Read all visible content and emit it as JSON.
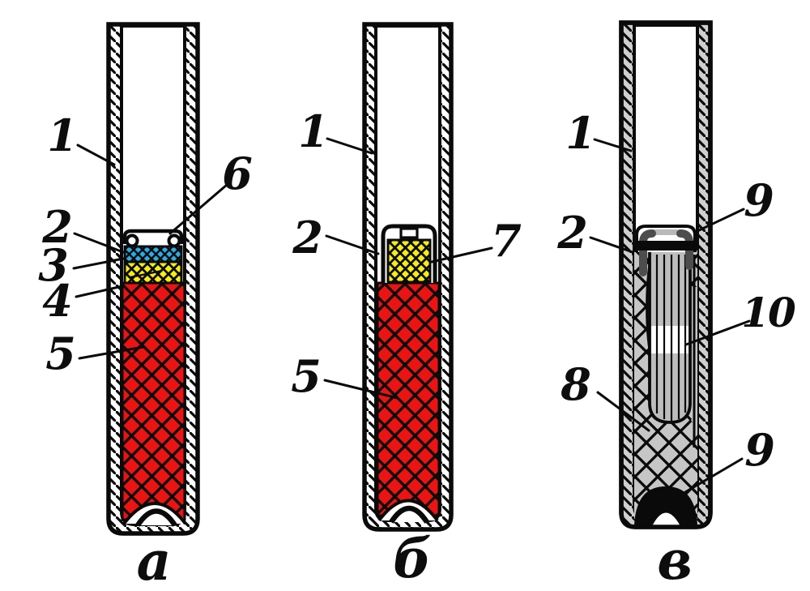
{
  "colors": {
    "red": "#ec1313",
    "yellow": "#f5ee0f",
    "blue": "#29ade3",
    "wall_gray": "#cfcfcf",
    "fill_gray": "#c6c6c6",
    "ampoule_gray": "#bdbdbd",
    "cap_dark": "#4d4d4d",
    "ink": "#0a0a0a"
  },
  "panels": [
    {
      "caption": "а",
      "callouts": [
        "1",
        "2",
        "3",
        "4",
        "5",
        "6"
      ]
    },
    {
      "caption": "б",
      "callouts": [
        "1",
        "2",
        "7",
        "5"
      ]
    },
    {
      "caption": "в",
      "callouts": [
        "1",
        "9",
        "2",
        "10",
        "8",
        "9"
      ]
    }
  ]
}
